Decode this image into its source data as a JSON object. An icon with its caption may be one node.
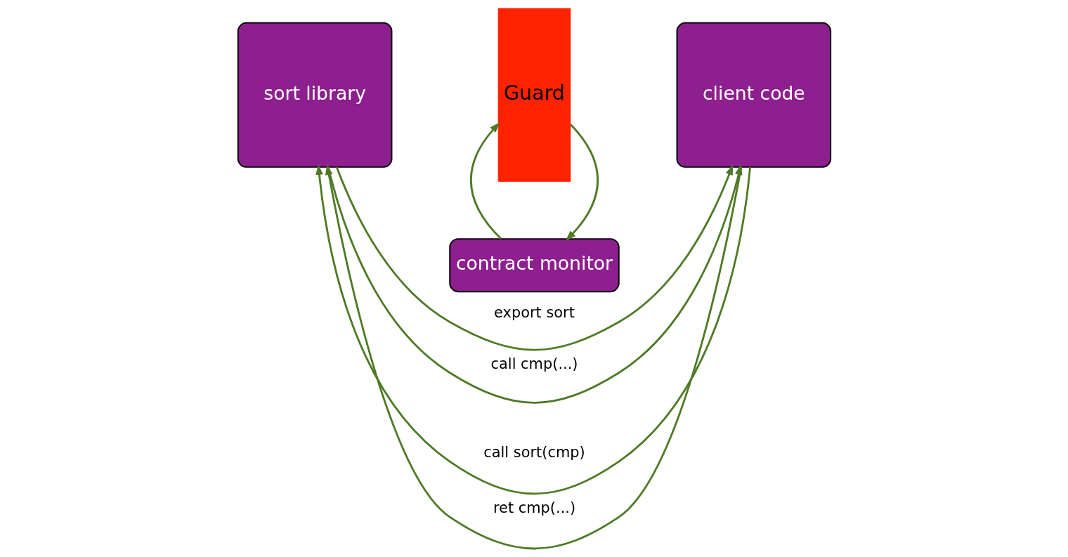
{
  "diagram": {
    "nodes": [
      {
        "text": [
          "contract monitor"
        ]
      },
      {
        "text": [
          "sort library"
        ]
      },
      {
        "text": [
          "Guard"
        ]
      },
      {
        "text": [
          "client code"
        ]
      }
    ],
    "edges": [
      {
        "from": 2,
        "to": 0,
        "arrow": "to"
      },
      {
        "from": 0,
        "to": 2,
        "arrow": "to"
      },
      {
        "from": 1,
        "to": 3,
        "arrow": "to",
        "label": "export sort"
      },
      {
        "from": 3,
        "to": 1,
        "arrow": "to",
        "label": "call sort(cmp)"
      },
      {
        "from": 1,
        "to": 3,
        "arrow": "to",
        "label": "call cmp(...)"
      },
      {
        "from": 3,
        "to": 1,
        "arrow": "to",
        "label": "ret cmp(...)"
      }
    ]
  }
}
